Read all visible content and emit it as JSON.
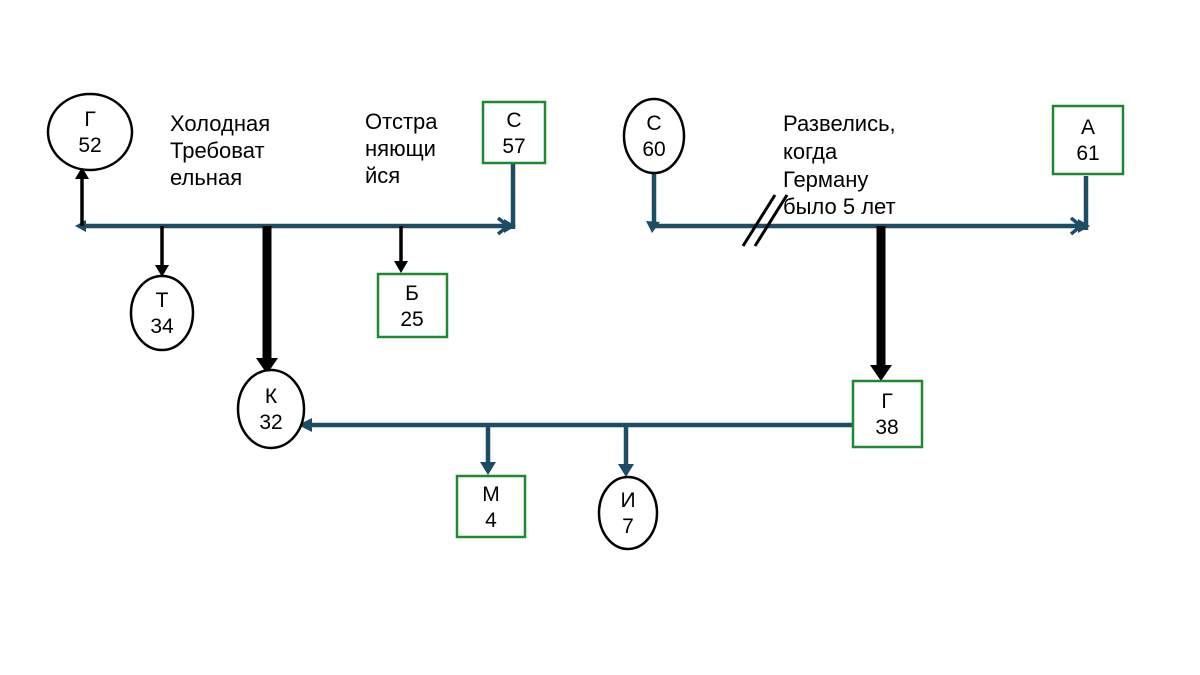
{
  "colors": {
    "background": "#ffffff",
    "connector_teal": "#1d4d64",
    "connector_black": "#000000",
    "square_border_green": "#1e8a2e",
    "circle_border_black": "#000000",
    "node_fill": "#ffffff",
    "text": "#000000"
  },
  "genogram": {
    "nodes": [
      {
        "id": "g52",
        "shape": "circle",
        "label": "Г",
        "age": "52"
      },
      {
        "id": "s57",
        "shape": "square",
        "label": "С",
        "age": "57"
      },
      {
        "id": "s60",
        "shape": "circle",
        "label": "С",
        "age": "60"
      },
      {
        "id": "a61",
        "shape": "square",
        "label": "А",
        "age": "61"
      },
      {
        "id": "t34",
        "shape": "circle",
        "label": "Т",
        "age": "34"
      },
      {
        "id": "b25",
        "shape": "square",
        "label": "Б",
        "age": "25"
      },
      {
        "id": "k32",
        "shape": "circle",
        "label": "К",
        "age": "32"
      },
      {
        "id": "g38",
        "shape": "square",
        "label": "Г",
        "age": "38"
      },
      {
        "id": "m4",
        "shape": "square",
        "label": "М",
        "age": "4"
      },
      {
        "id": "i7",
        "shape": "circle",
        "label": "И",
        "age": "7"
      }
    ],
    "annotations": [
      {
        "id": "cold-demanding",
        "lines": [
          "Холодная",
          "Требоват",
          "ельная"
        ]
      },
      {
        "id": "distancing",
        "lines": [
          "Отстра",
          "няющи",
          "йся"
        ]
      },
      {
        "id": "divorce-note",
        "lines": [
          "Развелись,",
          "когда",
          "Герману",
          "было 5 лет"
        ]
      }
    ]
  }
}
